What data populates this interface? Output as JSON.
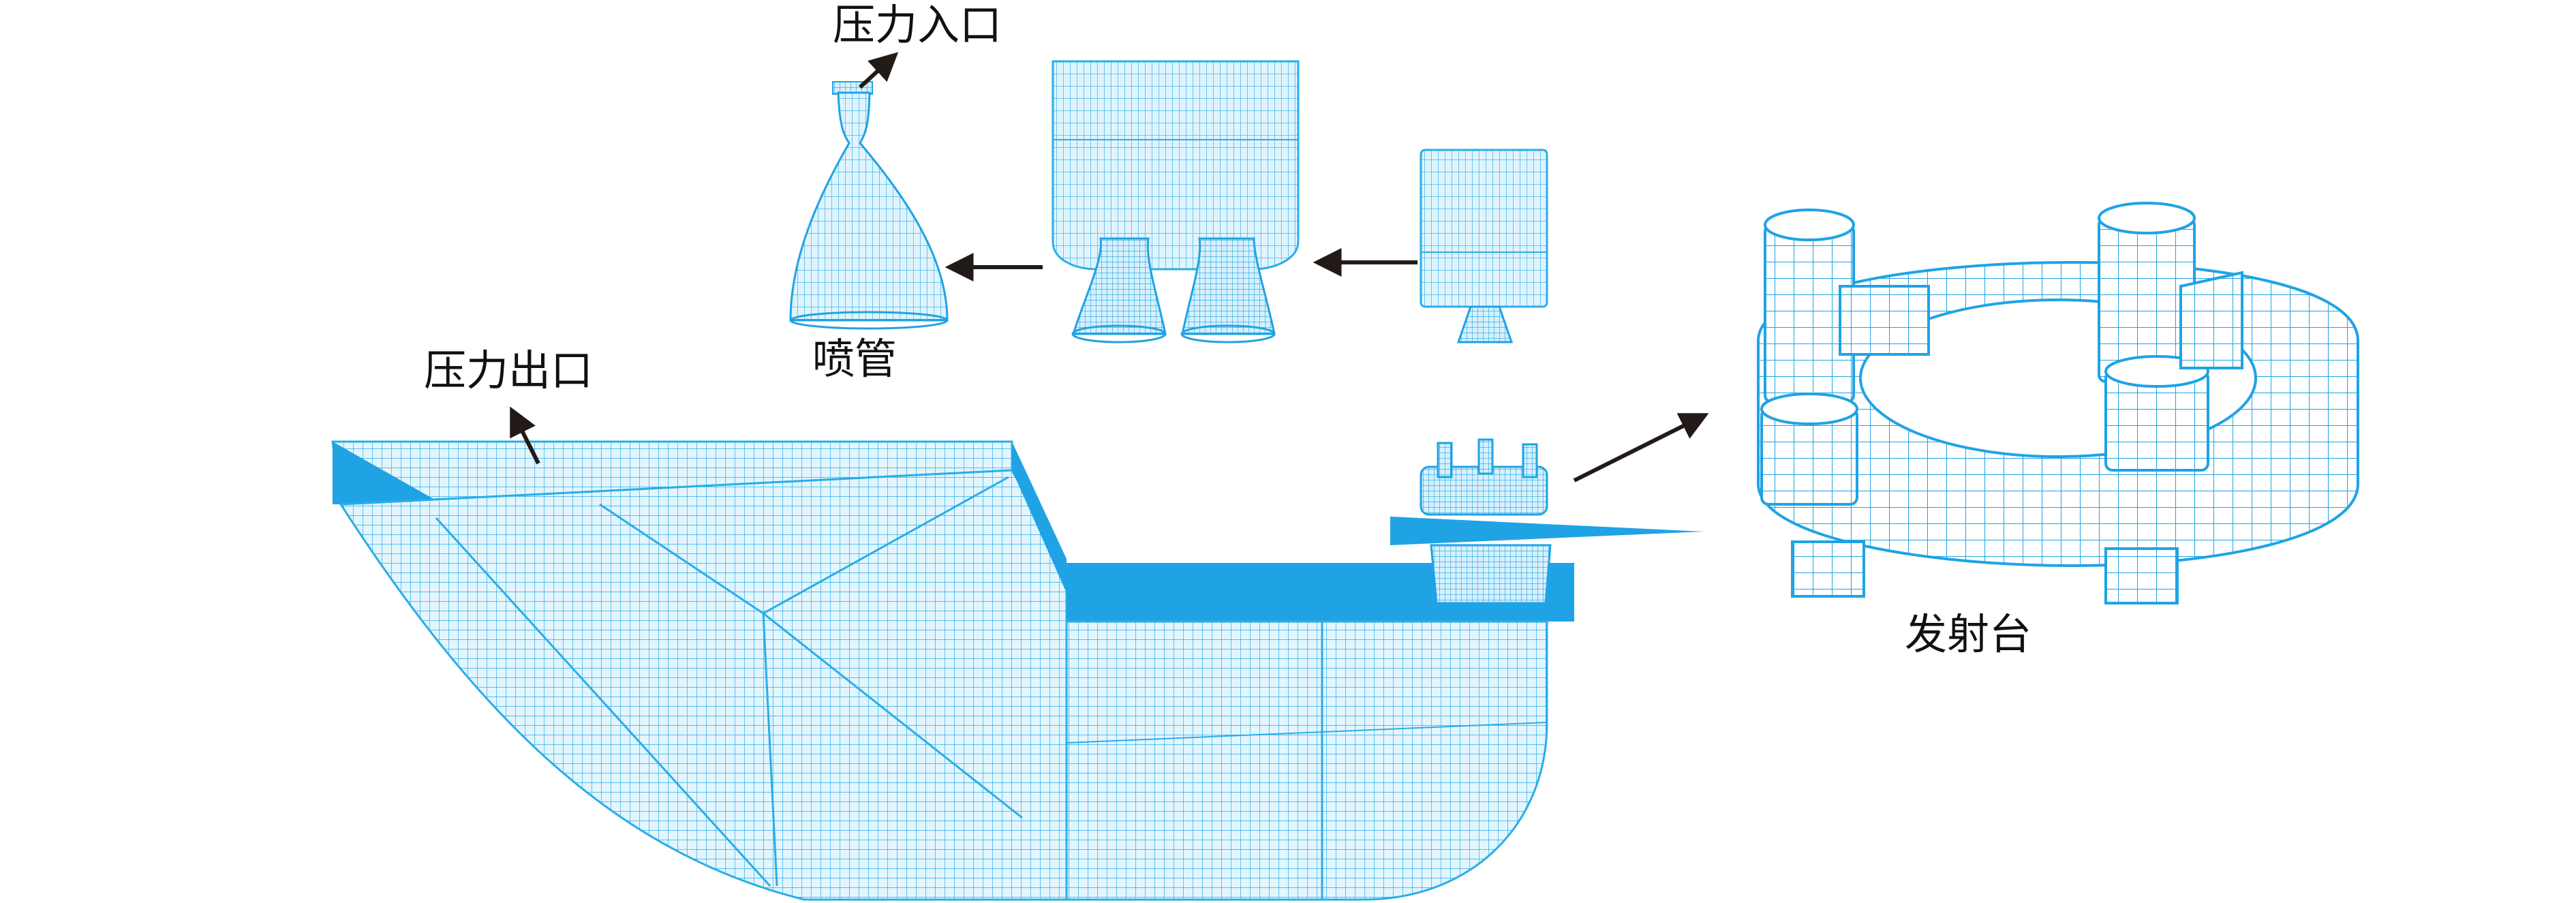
{
  "labels": {
    "pressure_inlet": "压力入口",
    "pressure_outlet": "压力出口",
    "nozzle": "喷管",
    "launch_pad": "发射台"
  },
  "colors": {
    "mesh_line": "#29aee8",
    "mesh_fill": "#d8f1fc",
    "solid": "#1fa3e5",
    "arrow": "#221a16",
    "text": "#111111"
  }
}
